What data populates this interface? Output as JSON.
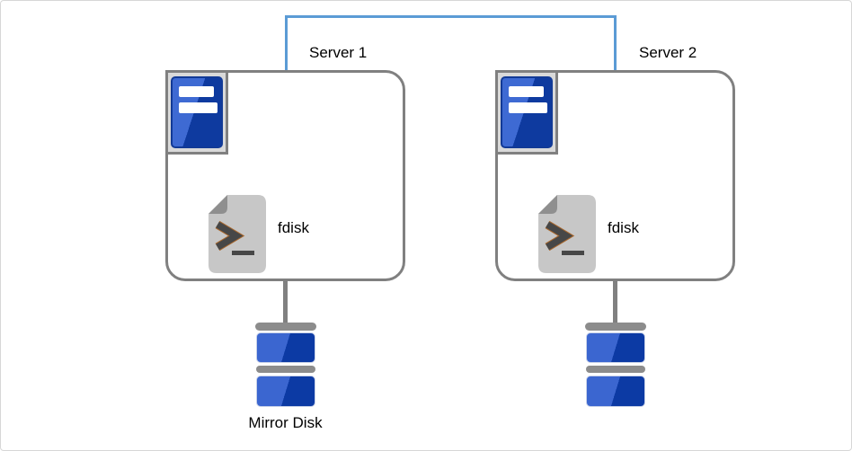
{
  "diagram": {
    "type": "cluster-mirror-disk-architecture",
    "servers": [
      {
        "label": "Server 1",
        "tool_label": "fdisk"
      },
      {
        "label": "Server 2",
        "tool_label": "fdisk"
      }
    ],
    "disks": {
      "left_label": "Mirror Disk"
    },
    "colors": {
      "connector_blue": "#5b9bd5",
      "box_border_gray": "#808080",
      "server_icon_blue_light": "#3e6ad3",
      "server_icon_blue_dark": "#0e3a9f",
      "disk_blue_light": "#3b66d0",
      "disk_blue_dark": "#0c3aa4",
      "disk_gray": "#8c8c8c",
      "document_gray": "#c7c7c7",
      "document_fold_gray": "#8f8f8f",
      "prompt_glyph": "#474747"
    }
  }
}
